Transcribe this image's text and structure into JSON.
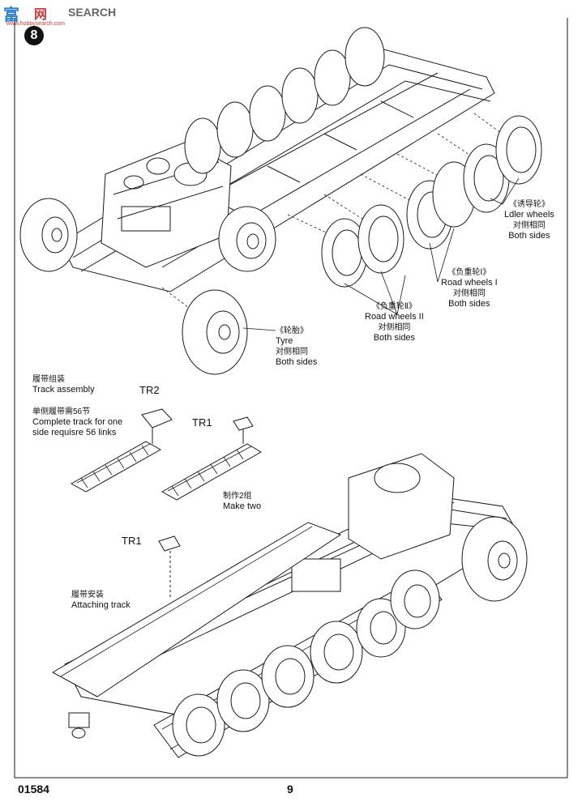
{
  "watermark": {
    "brand_cn": "富",
    "brand_suffix": "网",
    "brand_en": "SEARCH",
    "url": "www.hobbysearch.com"
  },
  "step_number": "8",
  "callouts": {
    "idler": {
      "cn": "《诱导轮》",
      "en": "Ldler wheels",
      "cn2": "对侧相同",
      "en2": "Both sides"
    },
    "road1": {
      "cn": "《负重轮Ⅰ》",
      "en": "Road wheels I",
      "cn2": "对侧相同",
      "en2": "Both sides"
    },
    "road2": {
      "cn": "《负重轮Ⅱ》",
      "en": "Road wheels II",
      "cn2": "对侧相同",
      "en2": "Both sides"
    },
    "tyre": {
      "cn": "《轮胎》",
      "en": "Tyre",
      "cn2": "对侧相同",
      "en2": "Both sides"
    }
  },
  "track": {
    "title_cn": "履带组装",
    "title_en": "Track assembly",
    "req_cn": "单侧履带需56节",
    "req_en_1": "Complete track for one",
    "req_en_2": "side requisre 56 links",
    "tr2": "TR2",
    "tr1": "TR1",
    "make_cn": "制作2组",
    "make_en": "Make two"
  },
  "attach": {
    "tr1": "TR1",
    "cn": "履带安装",
    "en": "Attaching track"
  },
  "footer": {
    "kit_number": "01584",
    "page_number": "9"
  }
}
